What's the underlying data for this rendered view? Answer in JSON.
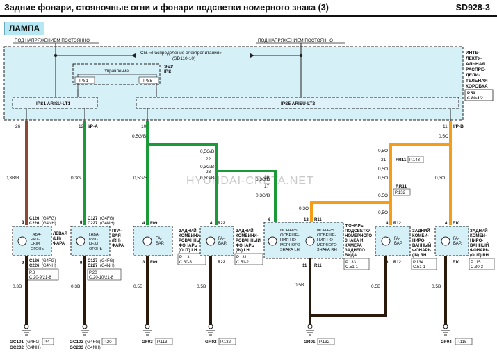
{
  "header": {
    "title": "Задние фонари, стояночные огни и фонари подсветки номерного знака (3)",
    "code": "SD928-3",
    "section": "ЛАМПА"
  },
  "box": {
    "power_left": "ПОД НАПРЯЖЕНИЕМ ПОСТОЯННО",
    "power_right": "ПОД НАПРЯЖЕНИЕМ ПОСТОЯННО",
    "ref_line1": "См. «Распределение электропитания»",
    "ref_line2": "(SD110-10)",
    "ecu_title": "ЭБУ",
    "ecu_sub": "IPS",
    "control": "Управление",
    "ips1": "IPS1",
    "ips5": "IPS5",
    "ips1_out": "IPS1 ARISU-LT1",
    "ips5_out": "IPS5 ARISU-LT2",
    "box_name": [
      "ИНТЕ-",
      "ЛЕКТУ-",
      "АЛЬНАЯ",
      "РАСПРЕ-",
      "ДЕЛИ-",
      "ТЕЛЬНАЯ",
      "КОРОБКА"
    ],
    "box_ref1": "P.59",
    "box_ref2": "C.80-1/2"
  },
  "pins": {
    "p26": "26",
    "p12": "12",
    "p10": "10",
    "p11": "11",
    "ipa": "I/P-A",
    "ipb": "I/P-B",
    "p22": "22",
    "p23": "23",
    "p18": "18",
    "p17": "17",
    "p21": "21",
    "p8a": "8",
    "p8b": "8",
    "p4a": "4",
    "p4b": "4",
    "p6a": "6",
    "p4c": "4",
    "p4d": "4",
    "p9a": "9",
    "p9b": "9",
    "p3a": "3",
    "p3b": "3",
    "p11b": "11",
    "p6b": "6",
    "p3c": "3",
    "p12b": "12"
  },
  "wires": {
    "w1": "0,3B/B",
    "w2": "0,3G",
    "w3": "0,5G/B",
    "w4": "0,5G/B",
    "w5": "0,5G/B",
    "w6": "0,3G/B",
    "w7": "0,3G/B",
    "w8": "0,3G/B",
    "w9": "0,3G/B",
    "w10": "0,5O",
    "w11": "0,5O",
    "w12": "0,5O",
    "w13": "0,5O",
    "w14": "0,5O",
    "w15": "0,5O",
    "w16": "0,3O",
    "w17": "0,3O",
    "w18": "0,3O",
    "g1": "0,3B",
    "g2": "0,3B",
    "g3": "0,5B",
    "g4": "0,5B",
    "g5": "0,5B",
    "g6": "0,5B",
    "g7": "0,5B"
  },
  "joints": {
    "rr11": "RR11",
    "rr11_ref": "P.132",
    "fr11": "FR11",
    "fr11_ref": "P.143"
  },
  "connectors": {
    "c126_top": "C126",
    "c126_top_b": "(G4FG)",
    "c226_top": "C226",
    "c226_top_b": "(G4NH)",
    "c127_top": "C127",
    "c127_top_b": "(G4FG)",
    "c227_top": "C227",
    "c227_top_b": "(G4NH)",
    "c126_bot": "C126",
    "c126_bot_b": "(G4FG)",
    "c226_bot": "C226",
    "c226_bot_b": "(G4NH)",
    "c127_bot": "C127",
    "c127_bot_b": "(G4FG)",
    "c227_bot": "C227",
    "c227_bot_b": "(G4NH)",
    "f09a": "F09",
    "f09b": "F09",
    "r22a": "R22",
    "r22b": "R22",
    "r11a": "R11",
    "r11b": "R11",
    "r12a": "R12",
    "r12b": "R12",
    "f10a": "F10",
    "f10b": "F10"
  },
  "lamps": [
    {
      "inner": [
        "ГАБА-",
        "РИТ-",
        "НЫЙ",
        "ОГОНЬ"
      ],
      "name": [
        "ЛЕВАЯ",
        "(LH)",
        "ФАРА"
      ],
      "ref1": "P.8",
      "ref2": "C.20-9/21-8"
    },
    {
      "inner": [
        "ГАБА-",
        "РИТ-",
        "НЫЙ",
        "ОГОНЬ"
      ],
      "name": [
        "ПРА-",
        "ВАЯ",
        "(RH)",
        "ФАРА"
      ],
      "ref1": "P.20",
      "ref2": "C.20-10/21-8"
    },
    {
      "inner": [
        "ГА-",
        "БАР."
      ],
      "name": [
        "ЗАДНИЙ",
        "КОМБИНИ-",
        "РОВАННЫЙ",
        "ФОНАРЬ",
        "(OUT) LH"
      ],
      "ref1": "P.113",
      "ref2": "C.30-3"
    },
    {
      "inner": [
        "ГА-",
        "БАР."
      ],
      "name": [
        "ЗАДНИЙ",
        "КОМБИНИ-",
        "РОВАННЫЙ",
        "ФОНАРЬ",
        "(IN) LH"
      ],
      "ref1": "P.131",
      "ref2": "C.51-2"
    },
    {
      "inner": [
        "ФОНАРЬ",
        "ОСВЕЩЕ-",
        "НИЯ НО-",
        "МЕРНОГО",
        "ЗНАКА LH"
      ],
      "name": [],
      "ref1": "",
      "ref2": ""
    },
    {
      "inner": [
        "ФОНАРЬ",
        "ОСВЕЩЕ-",
        "НИЯ НО-",
        "МЕРНОГО",
        "ЗНАКА RH"
      ],
      "name": [
        "ФОНАРЬ",
        "ПОДСВЕТКИ",
        "НОМЕРНОГО",
        "ЗНАКА И",
        "КАМЕРА",
        "ЗАДНЕГО",
        "ВИДА"
      ],
      "ref1": "P.133",
      "ref2": "C.51-1"
    },
    {
      "inner": [
        "ГА-",
        "БАР."
      ],
      "name": [
        "ЗАДНИЙ",
        "КОМБИ-",
        "НИРО-",
        "ВАННЫЙ",
        "ФОНАРЬ",
        "(IN) RH"
      ],
      "ref1": "P.134",
      "ref2": "C.51-1"
    },
    {
      "inner": [
        "ГА-",
        "БАР."
      ],
      "name": [
        "ЗАДНИЙ",
        "КОМБИ-",
        "НИРО-",
        "ВАННЫЙ",
        "ФОНАРЬ",
        "(OUT) RH"
      ],
      "ref1": "P.115",
      "ref2": "C.30-3"
    }
  ],
  "grounds": {
    "gc101": "GC101",
    "gc101_b": "(G4FG)",
    "gc202": "GC202",
    "gc202_b": "(G4NH)",
    "gc101_ref": "P.4",
    "gc103": "GC103",
    "gc103_b": "(G4FG)",
    "gc203": "GC203",
    "gc203_b": "(G4NH)",
    "gc103_ref": "P.20",
    "gf03": "GF03",
    "gf03_ref": "P.113",
    "gr02": "GR02",
    "gr02_ref": "P.132",
    "gr01": "GR01",
    "gr01_ref": "P.132",
    "gf04": "GF04",
    "gf04_ref": "P.115"
  },
  "watermark": "HYUNDAI-CRETA.NET",
  "colors": {
    "brown": "#8b4a36",
    "green": "#1c9a3a",
    "orange": "#f59d17",
    "black": "#111111",
    "panel": "#d6f0f8",
    "box_fill": "#dff2fa"
  }
}
